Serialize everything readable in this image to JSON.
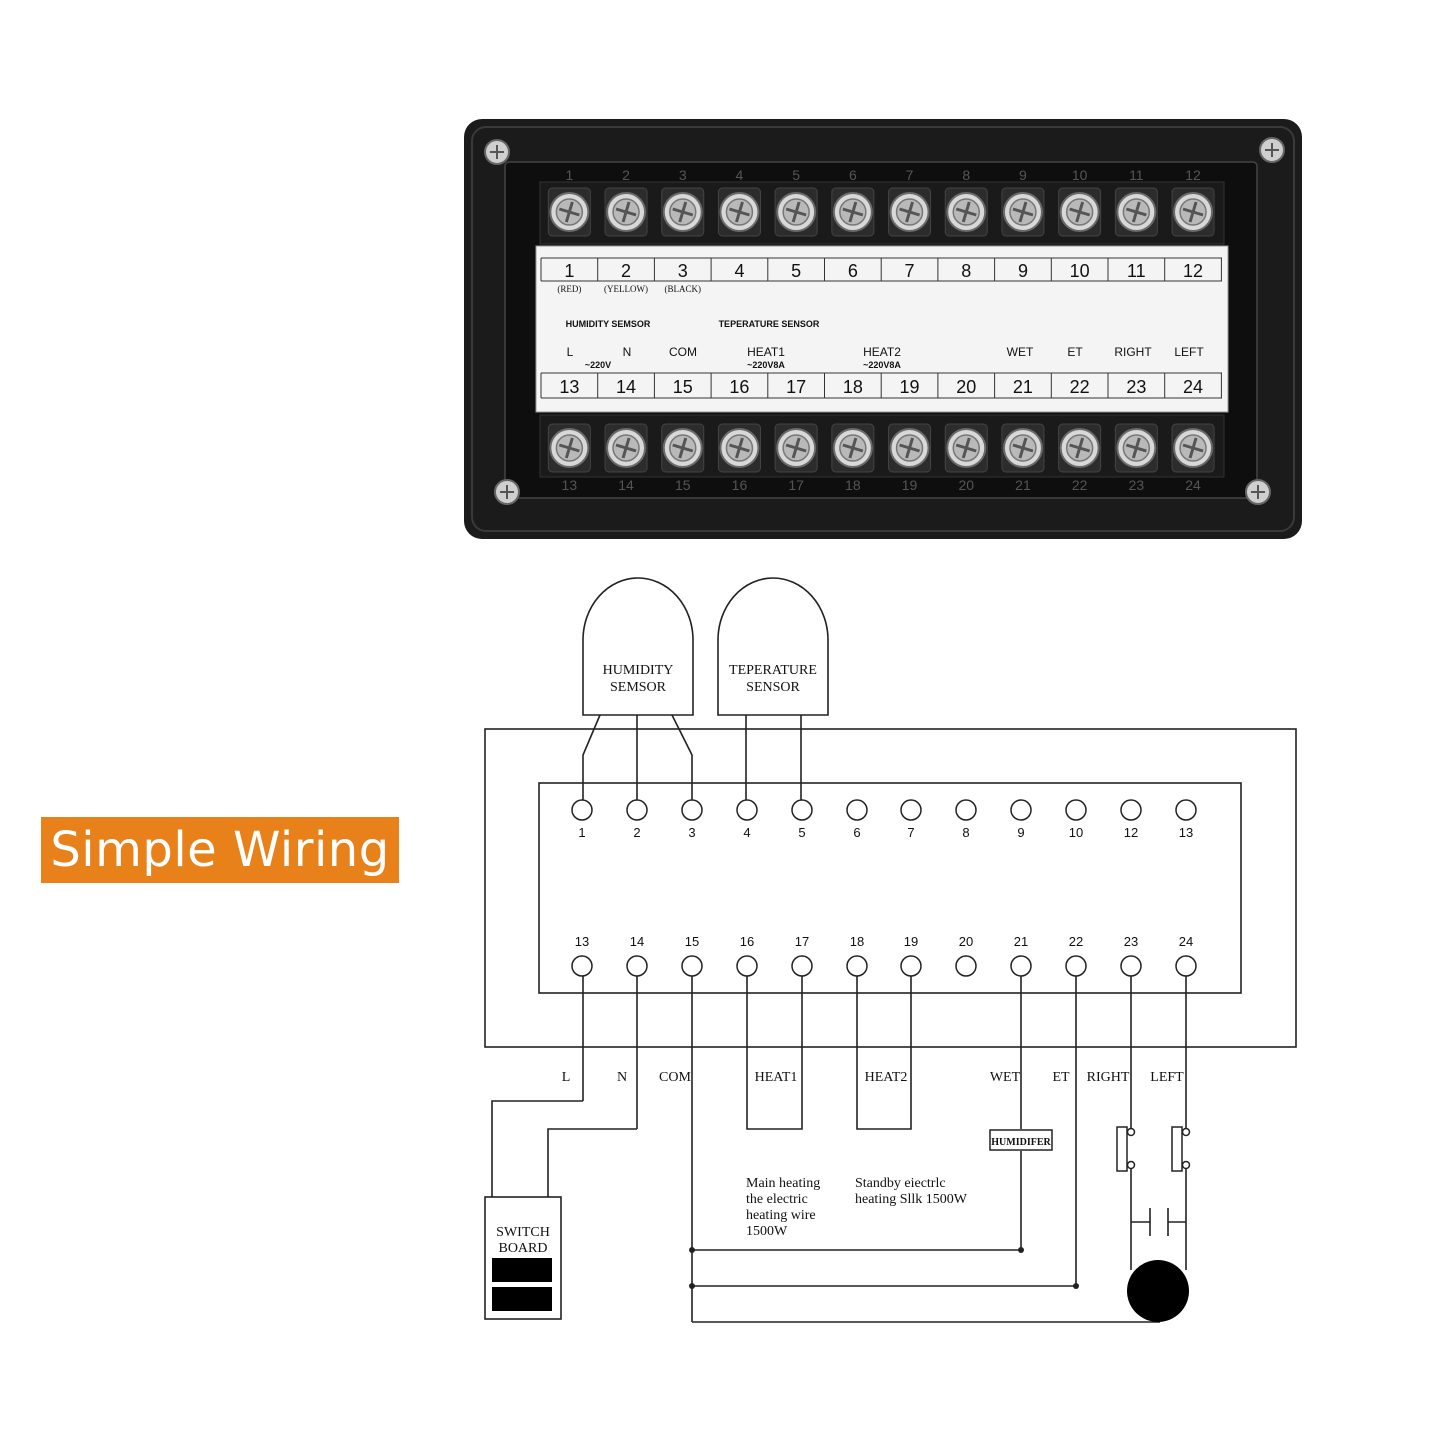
{
  "colors": {
    "badge": "#E8811A",
    "housing": "#1b1b1b",
    "label_plate": "#f4f4f4",
    "line": "#222222"
  },
  "badge": {
    "text": "Simple Wiring"
  },
  "device": {
    "top_numbers": [
      "1",
      "2",
      "3",
      "4",
      "5",
      "6",
      "7",
      "8",
      "9",
      "10",
      "11",
      "12"
    ],
    "bottom_numbers": [
      "13",
      "14",
      "15",
      "16",
      "17",
      "18",
      "19",
      "20",
      "21",
      "22",
      "23",
      "24"
    ],
    "wire_colors": [
      "(RED)",
      "(YELLOW)",
      "(BLACK)"
    ],
    "humidity_sensor": "HUMIDITY SEMSOR",
    "temperature_sensor": "TEPERATURE SENSOR",
    "voltage": "~220V",
    "heat_rating": "~220V8A",
    "bottom_labels": [
      "L",
      "N",
      "COM",
      "HEAT1",
      "HEAT2",
      "WET",
      "ET",
      "RIGHT",
      "LEFT"
    ]
  },
  "schematic": {
    "sensor_humidity": [
      "HUMIDITY",
      "SEMSOR"
    ],
    "sensor_temperature": [
      "TEPERATURE",
      "SENSOR"
    ],
    "top_terminals": [
      "1",
      "2",
      "3",
      "4",
      "5",
      "6",
      "7",
      "8",
      "9",
      "10",
      "12",
      "13"
    ],
    "bottom_terminals": [
      "13",
      "14",
      "15",
      "16",
      "17",
      "18",
      "19",
      "20",
      "21",
      "22",
      "23",
      "24"
    ],
    "labels": [
      "L",
      "N",
      "COM",
      "HEAT1",
      "HEAT2",
      "WET",
      "ET",
      "RIGHT",
      "LEFT"
    ],
    "humidifier": "HUMIDIFER",
    "switch_board": [
      "SWITCH",
      "BOARD"
    ],
    "main_heating_note": [
      "Main heating",
      "the electric",
      "heating wire",
      "1500W"
    ],
    "standby_note": [
      "Standby eiectrlc",
      "heating Sllk 1500W"
    ]
  }
}
